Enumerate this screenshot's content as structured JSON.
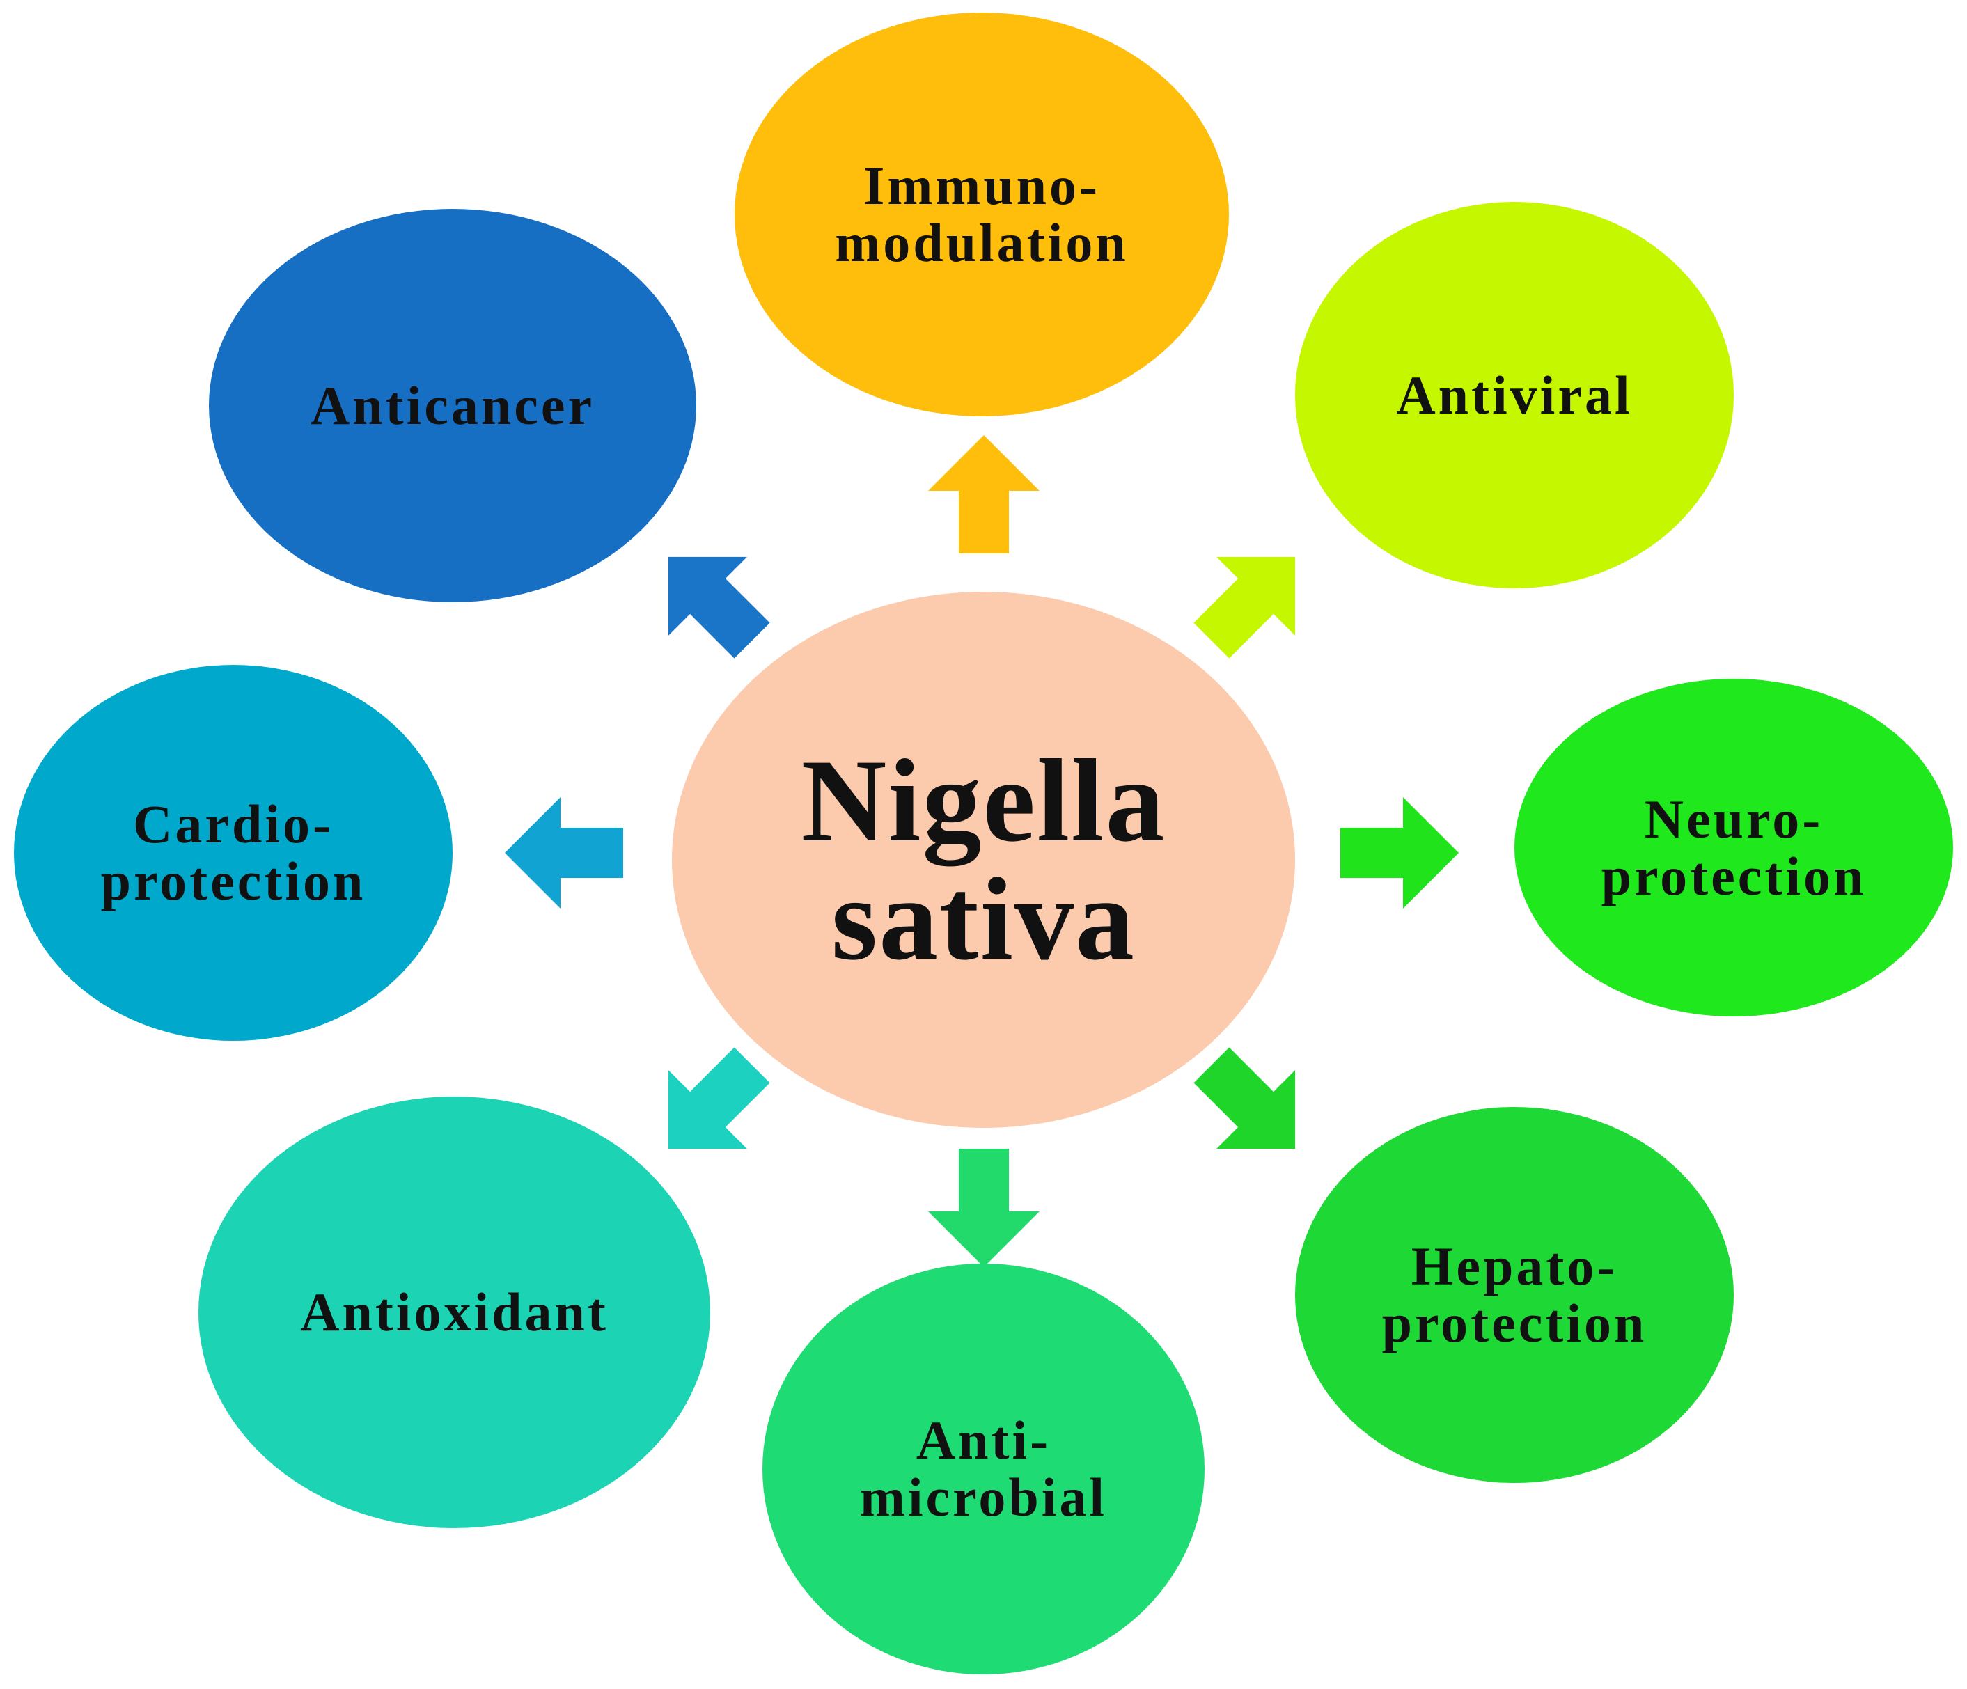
{
  "center": {
    "line1": "Nigella",
    "line2": "sativa",
    "color": "#FCCBAE"
  },
  "effects": [
    {
      "id": "immunomodulation",
      "line1": "Immuno-",
      "line2": "modulation",
      "color": "#FFBE0B",
      "arrow_color": "#FFBE0B"
    },
    {
      "id": "antiviral",
      "line1": "Antiviral",
      "line2": "",
      "color": "#C4F700",
      "arrow_color": "#C4F700"
    },
    {
      "id": "neuroprotection",
      "line1": "Neuro-",
      "line2": "protection",
      "color": "#1FE81C",
      "arrow_color": "#20E31C"
    },
    {
      "id": "hepatoprotection",
      "line1": "Hepato-",
      "line2": "protection",
      "color": "#1DD835",
      "arrow_color": "#1FD52A"
    },
    {
      "id": "antimicrobial",
      "line1": "Anti-",
      "line2": "microbial",
      "color": "#1FDB73",
      "arrow_color": "#21DA6B"
    },
    {
      "id": "antioxidant",
      "line1": "Antioxidant",
      "line2": "",
      "color": "#1CD4B4",
      "arrow_color": "#1DD1C1"
    },
    {
      "id": "cardioprotection",
      "line1": "Cardio-",
      "line2": "protection",
      "color": "#00A8CC",
      "arrow_color": "#11A4D2"
    },
    {
      "id": "anticancer",
      "line1": "Anticancer",
      "line2": "",
      "color": "#176FC4",
      "arrow_color": "#1A75C8"
    }
  ]
}
